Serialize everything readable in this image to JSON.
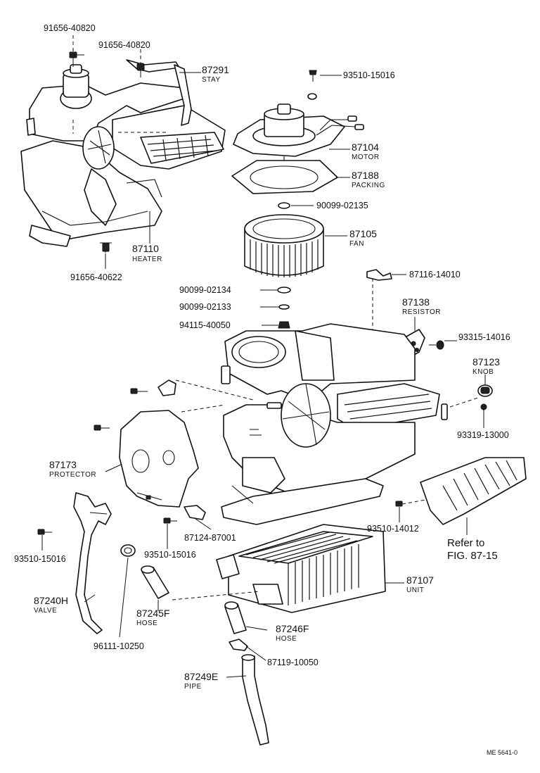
{
  "labels": {
    "p91656_40820_a": "91656-40820",
    "p91656_40820_b": "91656-40820",
    "p87291": "87291",
    "stay": "STAY",
    "p93510_15016_top": "93510-15016",
    "p87104": "87104",
    "motor": "MOTOR",
    "p87188": "87188",
    "packing": "PACKING",
    "p90099_02135": "90099-02135",
    "p87105": "87105",
    "fan": "FAN",
    "p87110": "87110",
    "heater": "HEATER",
    "p91656_40622": "91656-40622",
    "p87116_14010": "87116-14010",
    "p90099_02134": "90099-02134",
    "p90099_02133": "90099-02133",
    "p94115_40050": "94115-40050",
    "p87138": "87138",
    "resistor": "RESISTOR",
    "p93315_14016": "93315-14016",
    "p87123": "87123",
    "knob": "KNOB",
    "p93319_13000": "93319-13000",
    "p87173": "87173",
    "protector": "PROTECTOR",
    "p93510_14012": "93510-14012",
    "refer_line1": "Refer to",
    "refer_line2": "FIG. 87-15",
    "p87124_87001": "87124-87001",
    "p93510_15016_left": "93510-15016",
    "p93510_15016_mid": "93510-15016",
    "p87107": "87107",
    "unit": "UNIT",
    "p87240H": "87240H",
    "valve": "VALVE",
    "p87245F": "87245F",
    "hose_a": "HOSE",
    "p87246F": "87246F",
    "hose_b": "HOSE",
    "p96111_10250": "96111-10250",
    "p87119_10050": "87119-10050",
    "p87249E": "87249E",
    "pipe": "PIPE",
    "code": "ME 5641-0"
  }
}
